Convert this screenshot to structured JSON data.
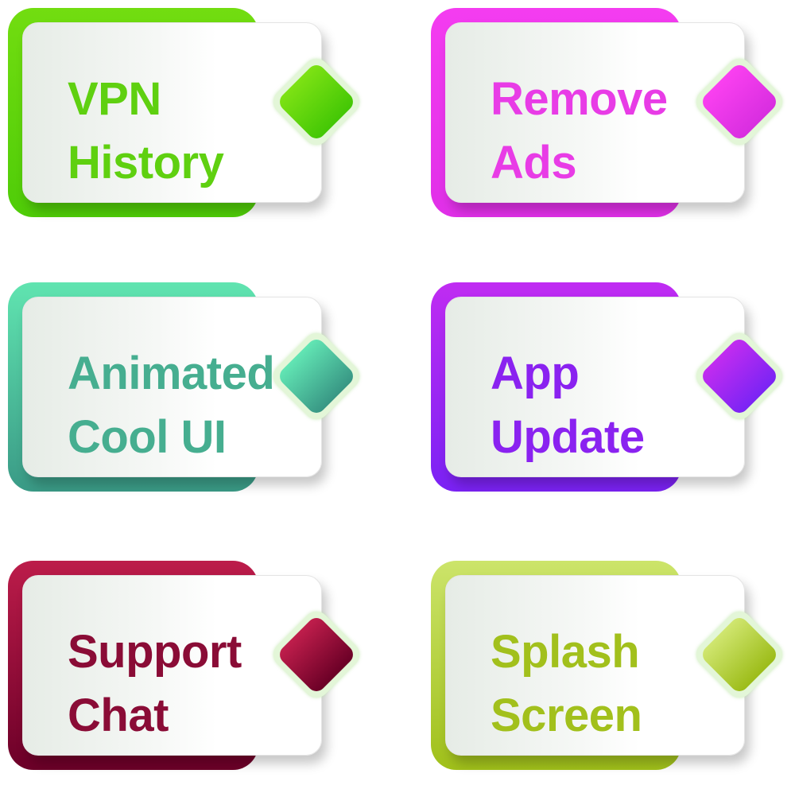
{
  "tiles": [
    {
      "lines": [
        "VPN",
        "History"
      ],
      "text_color": "#5fd010",
      "frame_colors": [
        "#72dd10",
        "#4fcc08"
      ],
      "gem_colors": [
        "#7ee214",
        "#43c705"
      ]
    },
    {
      "lines": [
        "Remove",
        "Ads"
      ],
      "text_color": "#e83ce6",
      "frame_colors": [
        "#f43cf0",
        "#e030e8"
      ],
      "gem_colors": [
        "#fa40f0",
        "#d82ee0"
      ]
    },
    {
      "lines": [
        "Animated",
        "Cool UI"
      ],
      "text_color": "#46ae90",
      "frame_colors": [
        "#60e4b0",
        "#3a9a86"
      ],
      "gem_colors": [
        "#62e6b4",
        "#389684"
      ]
    },
    {
      "lines": [
        "App",
        "Update"
      ],
      "text_color": "#8a22f0",
      "frame_colors": [
        "#c02cf2",
        "#7a22f4"
      ],
      "gem_colors": [
        "#c22cf0",
        "#7a24f4"
      ]
    },
    {
      "lines": [
        "Support",
        "Chat"
      ],
      "text_color": "#8a0c36",
      "frame_colors": [
        "#bc1c4a",
        "#6c0028"
      ],
      "gem_colors": [
        "#c01e4c",
        "#6a0026"
      ]
    },
    {
      "lines": [
        "Splash",
        "Screen"
      ],
      "text_color": "#a2c01c",
      "frame_colors": [
        "#cce46a",
        "#a0c01a"
      ],
      "gem_colors": [
        "#d0e670",
        "#9cbc18"
      ]
    }
  ]
}
